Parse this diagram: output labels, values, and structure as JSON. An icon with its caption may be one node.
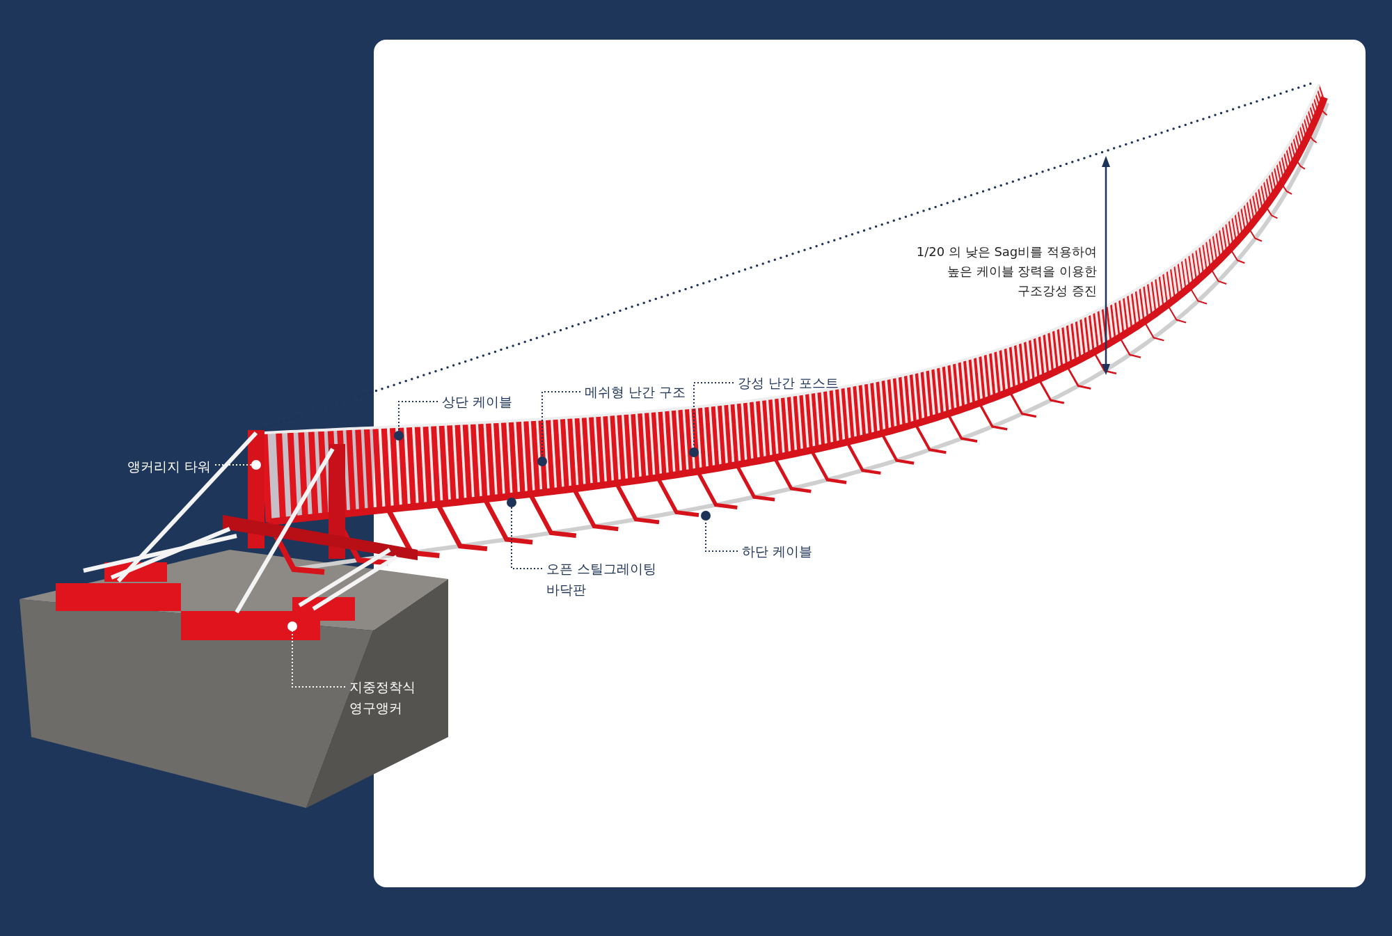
{
  "diagram": {
    "nodes": [
      {
        "text": [
          "강성 난간 포스트"
        ]
      },
      {
        "text": [
          "메쉬형 난간 구조"
        ]
      },
      {
        "text": [
          "상단 케이블"
        ]
      },
      {
        "text": [
          "앵커리지 타워"
        ]
      },
      {
        "text": [
          "하단 케이블"
        ]
      },
      {
        "text": [
          "오픈 스틸그레이팅 바닥판"
        ]
      },
      {
        "text": [
          "지중정착식 영구앵커"
        ]
      },
      {
        "text": [],
        "shape": "circle"
      },
      {
        "text": [],
        "shape": "circle"
      },
      {
        "text": [],
        "shape": "circle"
      },
      {
        "text": [],
        "shape": "circle"
      },
      {
        "text": [],
        "shape": "circle"
      },
      {
        "text": [],
        "shape": "circle"
      },
      {
        "text": [],
        "shape": "circle"
      }
    ],
    "edges": [
      {
        "from": 0,
        "to": 12,
        "arrow": "none"
      },
      {
        "from": 1,
        "to": 11,
        "arrow": "none"
      },
      {
        "from": 2,
        "to": 9,
        "arrow": "none"
      },
      {
        "from": 3,
        "to": 7,
        "arrow": "none",
        "color": "#ffffff"
      },
      {
        "from": 4,
        "to": 13,
        "arrow": "none"
      },
      {
        "from": 5,
        "to": 10,
        "arrow": "none"
      },
      {
        "from": 6,
        "to": 8,
        "arrow": "none",
        "color": "#ffffff"
      }
    ],
    "labels": [
      "1/20 의 낮은 Sag비를 적용하여 높은 케이블 장력을 이용한 구조강성 증진"
    ]
  }
}
